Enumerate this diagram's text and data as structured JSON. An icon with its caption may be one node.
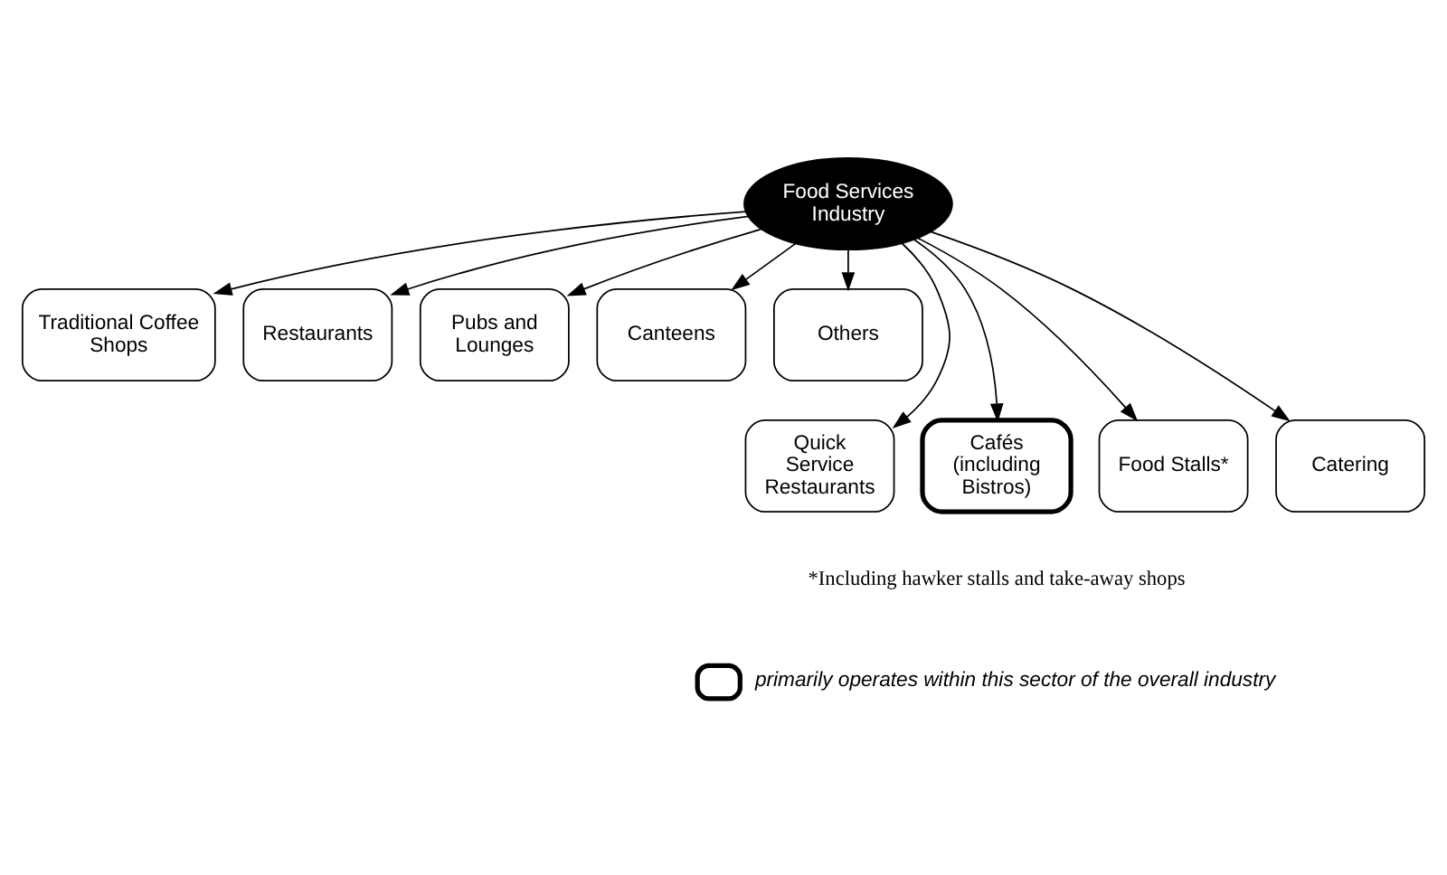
{
  "diagram": {
    "nodes": [
      {
        "text": [
          "Food Services Industry"
        ]
      },
      {
        "text": [
          "Traditional Coffee Shops"
        ]
      },
      {
        "text": [
          "Restaurants"
        ]
      },
      {
        "text": [
          "Pubs and Lounges"
        ]
      },
      {
        "text": [
          "Canteens"
        ]
      },
      {
        "text": [
          "Others"
        ]
      },
      {
        "text": [
          "Quick Service Restaurants"
        ]
      },
      {
        "text": [
          "Cafés (including Bistros)"
        ]
      },
      {
        "text": [
          "Food Stalls*"
        ]
      },
      {
        "text": [
          "Catering"
        ]
      }
    ],
    "edges": [
      {
        "from": 0,
        "to": 1,
        "arrow": "to"
      },
      {
        "from": 0,
        "to": 6,
        "arrow": "to"
      },
      {
        "from": 0,
        "to": 2,
        "arrow": "to"
      },
      {
        "from": 0,
        "to": 7,
        "arrow": "to"
      },
      {
        "from": 0,
        "to": 3,
        "arrow": "to"
      },
      {
        "from": 0,
        "to": 8,
        "arrow": "to"
      },
      {
        "from": 0,
        "to": 4,
        "arrow": "to"
      },
      {
        "from": 0,
        "to": 9,
        "arrow": "to"
      },
      {
        "from": 0,
        "to": 5,
        "arrow": "to"
      }
    ],
    "labels": [
      "*Including hawker stalls and take-away shops"
    ],
    "legend": [
      {
        "text": "primarily operates within this sector of the overall industry"
      }
    ]
  }
}
